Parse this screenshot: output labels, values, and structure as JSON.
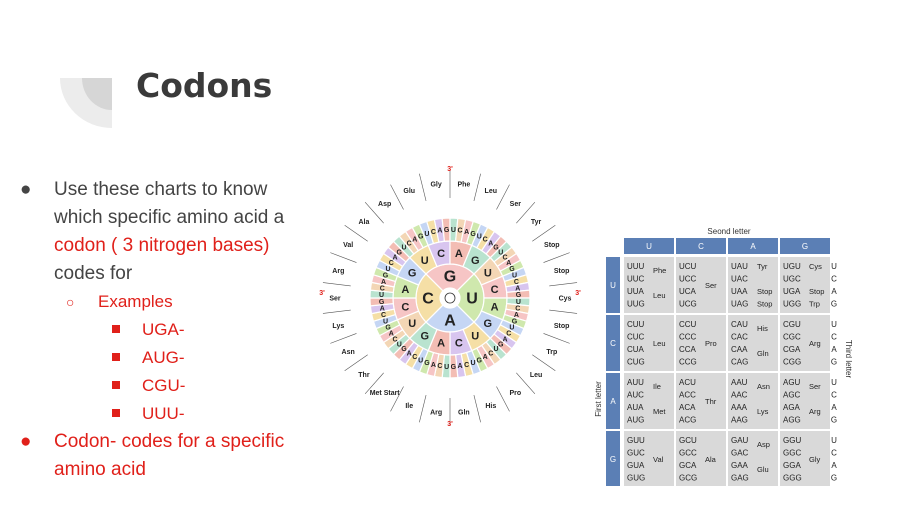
{
  "slide": {
    "title": "Codons",
    "bullet1": {
      "text_a": "Use these charts to know which specific amino acid a ",
      "text_red": "codon ( 3 nitrogen bases)",
      "text_b": " codes for"
    },
    "examples_label": "Examples",
    "examples": [
      "UGA-",
      "AUG-",
      "CGU-",
      "UUU-"
    ],
    "bullet2": "Codon- codes for a specific amino acid"
  },
  "wheel": {
    "end_labels": [
      "3'",
      "3'",
      "3'",
      "3'"
    ],
    "center": [
      "G",
      "U",
      "A",
      "C"
    ],
    "ring2": [
      "U",
      "C",
      "A",
      "G",
      "U",
      "C",
      "A",
      "G",
      "U",
      "C",
      "A",
      "G",
      "U",
      "C",
      "A",
      "G"
    ],
    "ring3_tail": [
      "U",
      "C",
      "A",
      "G"
    ],
    "amino_labels": [
      "Phe",
      "Leu",
      "Ser",
      "Tyr",
      "Stop",
      "Stop",
      "Cys",
      "Stop",
      "Trp",
      "Leu",
      "Pro",
      "His",
      "Gln",
      "Arg",
      "Ile",
      "Met Start",
      "Thr",
      "Asn",
      "Lys",
      "Ser",
      "Arg",
      "Val",
      "Ala",
      "Asp",
      "Glu",
      "Gly"
    ]
  },
  "table": {
    "top_label": "Seond letter",
    "left_label": "First letter",
    "right_label": "Third letter",
    "columns": [
      "U",
      "C",
      "A",
      "G"
    ],
    "rows": [
      {
        "first": "U",
        "cells": [
          {
            "codons": [
              "UUU",
              "UUC",
              "UUA",
              "UUG"
            ],
            "aminos": [
              "Phe",
              "Leu"
            ]
          },
          {
            "codons": [
              "UCU",
              "UCC",
              "UCA",
              "UCG"
            ],
            "aminos": [
              "Ser"
            ]
          },
          {
            "codons": [
              "UAU",
              "UAC",
              "UAA",
              "UAG"
            ],
            "aminos": [
              "Tyr",
              "Stop",
              "Stop"
            ]
          },
          {
            "codons": [
              "UGU",
              "UGC",
              "UGA",
              "UGG"
            ],
            "aminos": [
              "Cys",
              "Stop",
              "Trp"
            ]
          }
        ],
        "third": [
          "U",
          "C",
          "A",
          "G"
        ]
      },
      {
        "first": "C",
        "cells": [
          {
            "codons": [
              "CUU",
              "CUC",
              "CUA",
              "CUG"
            ],
            "aminos": [
              "Leu"
            ]
          },
          {
            "codons": [
              "CCU",
              "CCC",
              "CCA",
              "CCG"
            ],
            "aminos": [
              "Pro"
            ]
          },
          {
            "codons": [
              "CAU",
              "CAC",
              "CAA",
              "CAG"
            ],
            "aminos": [
              "His",
              "Gln"
            ]
          },
          {
            "codons": [
              "CGU",
              "CGC",
              "CGA",
              "CGG"
            ],
            "aminos": [
              "Arg"
            ]
          }
        ],
        "third": [
          "U",
          "C",
          "A",
          "G"
        ]
      },
      {
        "first": "A",
        "cells": [
          {
            "codons": [
              "AUU",
              "AUC",
              "AUA",
              "AUG"
            ],
            "aminos": [
              "Ile",
              "Met"
            ]
          },
          {
            "codons": [
              "ACU",
              "ACC",
              "ACA",
              "ACG"
            ],
            "aminos": [
              "Thr"
            ]
          },
          {
            "codons": [
              "AAU",
              "AAC",
              "AAA",
              "AAG"
            ],
            "aminos": [
              "Asn",
              "Lys"
            ]
          },
          {
            "codons": [
              "AGU",
              "AGC",
              "AGA",
              "AGG"
            ],
            "aminos": [
              "Ser",
              "Arg"
            ]
          }
        ],
        "third": [
          "U",
          "C",
          "A",
          "G"
        ]
      },
      {
        "first": "G",
        "cells": [
          {
            "codons": [
              "GUU",
              "GUC",
              "GUA",
              "GUG"
            ],
            "aminos": [
              "Val"
            ]
          },
          {
            "codons": [
              "GCU",
              "GCC",
              "GCA",
              "GCG"
            ],
            "aminos": [
              "Ala"
            ]
          },
          {
            "codons": [
              "GAU",
              "GAC",
              "GAA",
              "GAG"
            ],
            "aminos": [
              "Asp",
              "Glu"
            ]
          },
          {
            "codons": [
              "GGU",
              "GGC",
              "GGA",
              "GGG"
            ],
            "aminos": [
              "Gly"
            ]
          }
        ],
        "third": [
          "U",
          "C",
          "A",
          "G"
        ]
      }
    ]
  },
  "colors": {
    "accent_red": "#e0201a",
    "text": "#444444",
    "header_blue": "#5b7fb5",
    "cell_bg": "#d9d9d9"
  }
}
